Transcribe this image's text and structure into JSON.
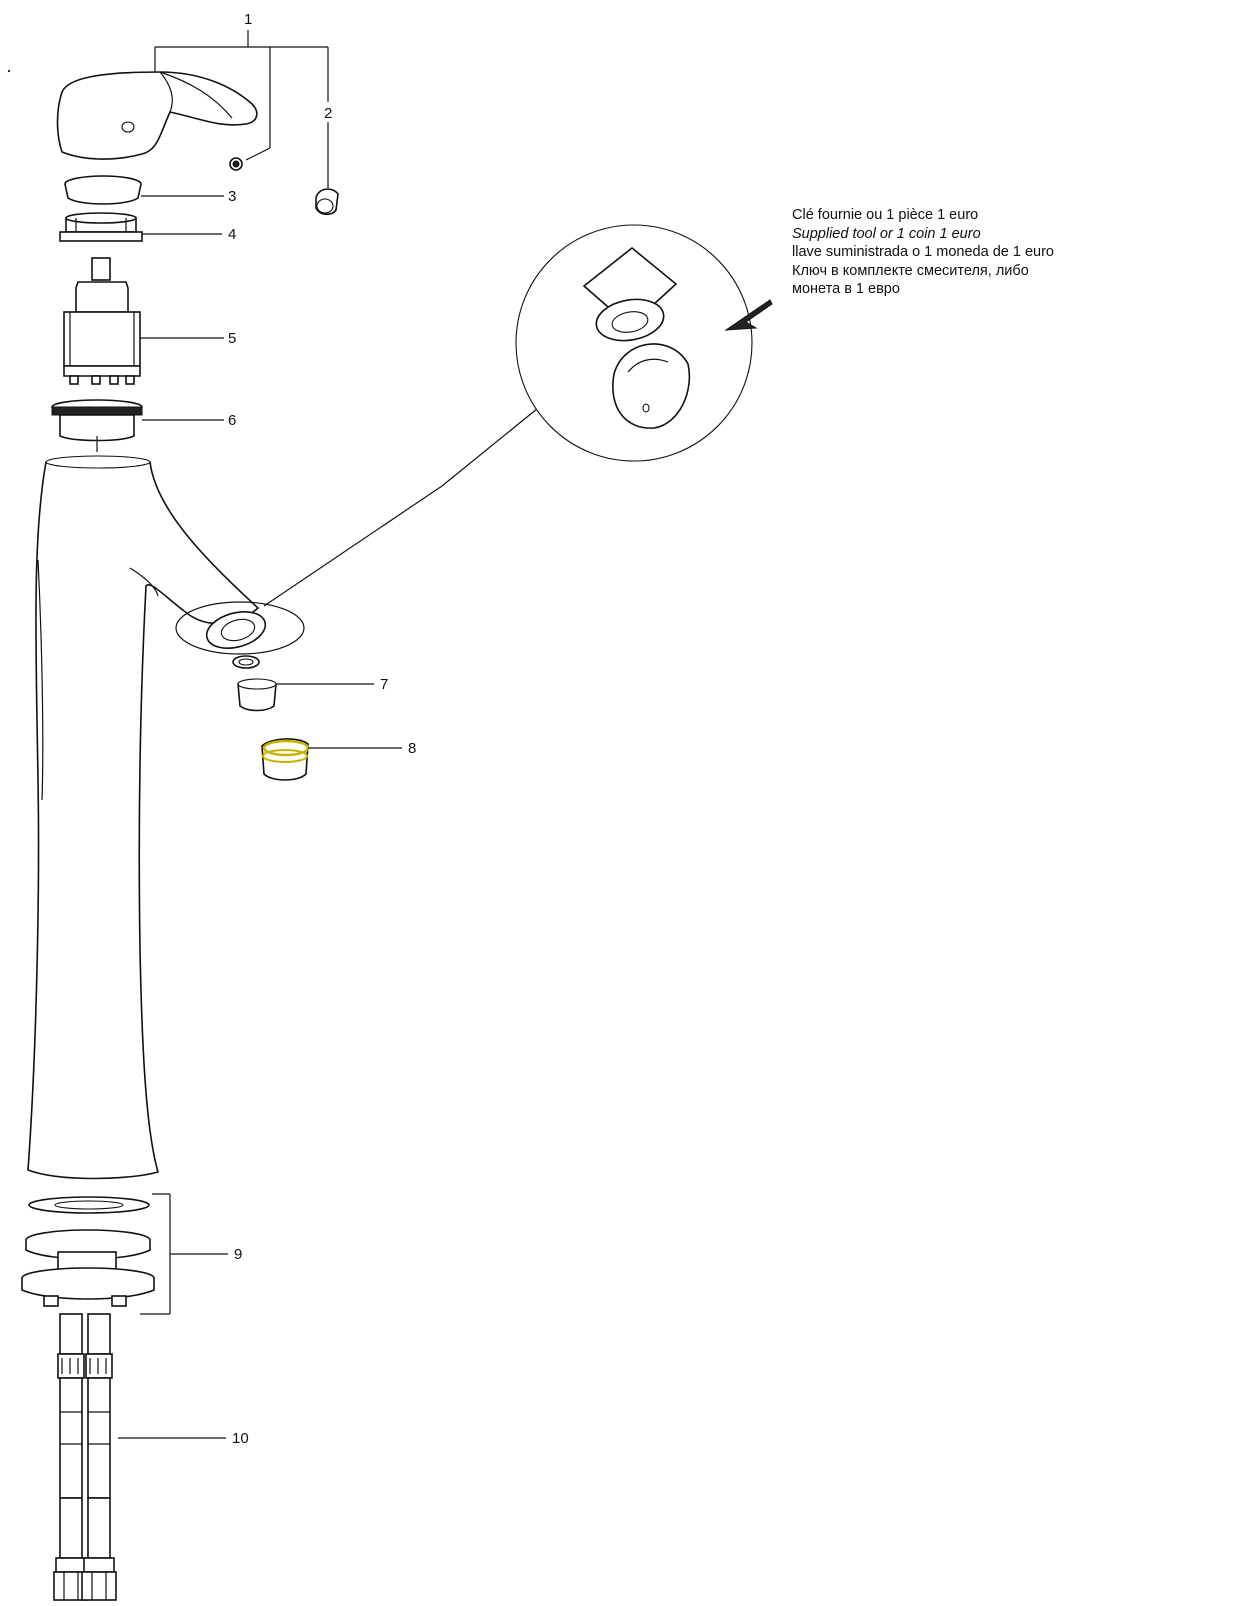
{
  "parts": [
    {
      "number": "1"
    },
    {
      "number": "2"
    },
    {
      "number": "3"
    },
    {
      "number": "4"
    },
    {
      "number": "5"
    },
    {
      "number": "6"
    },
    {
      "number": "7"
    },
    {
      "number": "8"
    },
    {
      "number": "9"
    },
    {
      "number": "10"
    }
  ],
  "note": {
    "line_fr": "Clé fournie ou 1 pièce 1 euro",
    "line_en": "Supplied tool or 1 coin 1 euro",
    "line_es": "llave suministrada o 1 moneda de 1 euro",
    "line_ru_1": "Ключ в комплекте смесителя, либо",
    "line_ru_2": "монета в  1 евро"
  },
  "colors": {
    "line": "#111111",
    "accent_ring": "#c8b400"
  }
}
